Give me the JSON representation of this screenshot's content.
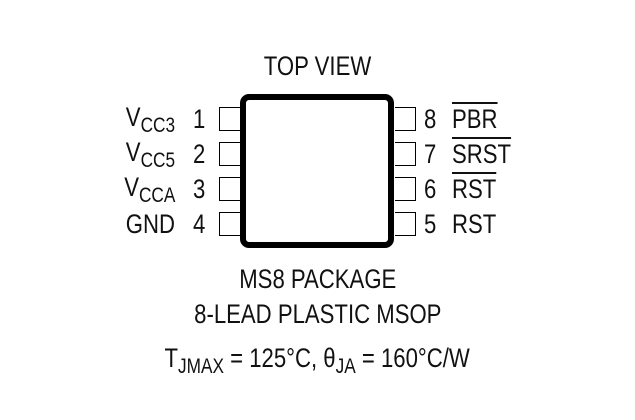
{
  "diagram": {
    "title": "TOP VIEW",
    "left_pins": [
      {
        "number": "1",
        "name_main": "V",
        "name_sub": "CC3",
        "overline": false
      },
      {
        "number": "2",
        "name_main": "V",
        "name_sub": "CC5",
        "overline": false
      },
      {
        "number": "3",
        "name_main": "V",
        "name_sub": "CCA",
        "overline": false
      },
      {
        "number": "4",
        "name_main": "GND",
        "name_sub": "",
        "overline": false
      }
    ],
    "right_pins": [
      {
        "number": "8",
        "name": "PBR",
        "overline": true
      },
      {
        "number": "7",
        "name": "SRST",
        "overline": true
      },
      {
        "number": "6",
        "name": "RST",
        "overline": true
      },
      {
        "number": "5",
        "name": "RST",
        "overline": false
      }
    ],
    "package_line1": "MS8 PACKAGE",
    "package_line2": "8-LEAD PLASTIC MSOP",
    "thermal": {
      "tj_symbol": "T",
      "tj_sub": "JMAX",
      "tj_value": " = 125°C, ",
      "theta_symbol": "θ",
      "theta_sub": "JA",
      "theta_value": " = 160°C/W"
    },
    "colors": {
      "line": "#000000",
      "text": "#111111",
      "background": "#ffffff"
    }
  }
}
